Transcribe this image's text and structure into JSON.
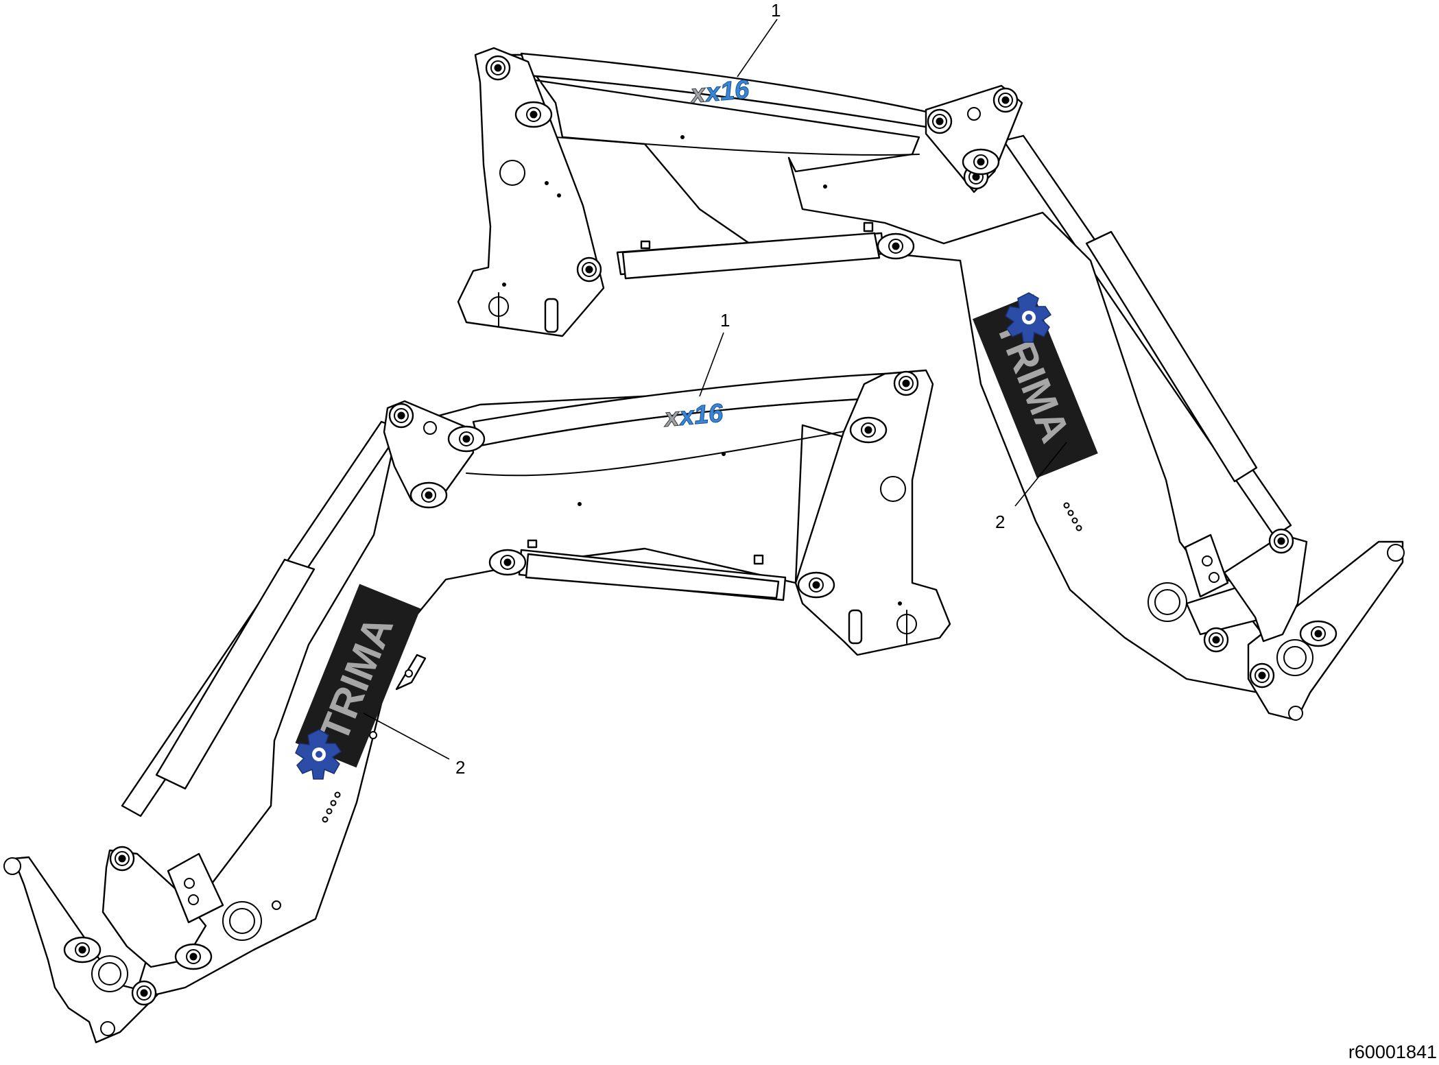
{
  "diagram": {
    "reference_code": "r60001841",
    "callouts": [
      {
        "label": "1",
        "target": "x16 decal, upper loader frame"
      },
      {
        "label": "1",
        "target": "x16 decal, lower loader frame"
      },
      {
        "label": "2",
        "target": "TRIMA decal, upper loader frame"
      },
      {
        "label": "2",
        "target": "TRIMA decal, lower loader frame"
      }
    ],
    "decals": {
      "model_text": "x16",
      "brand_text": "TRIMA"
    },
    "colors": {
      "line": "#000000",
      "background": "#ffffff",
      "x16_blue": "#3a86d6",
      "x16_grey": "#9ea3a8",
      "trima_panel": "#1c1c1c",
      "trima_text": "#a6a6a6",
      "logo_blue": "#2b4da8"
    }
  }
}
